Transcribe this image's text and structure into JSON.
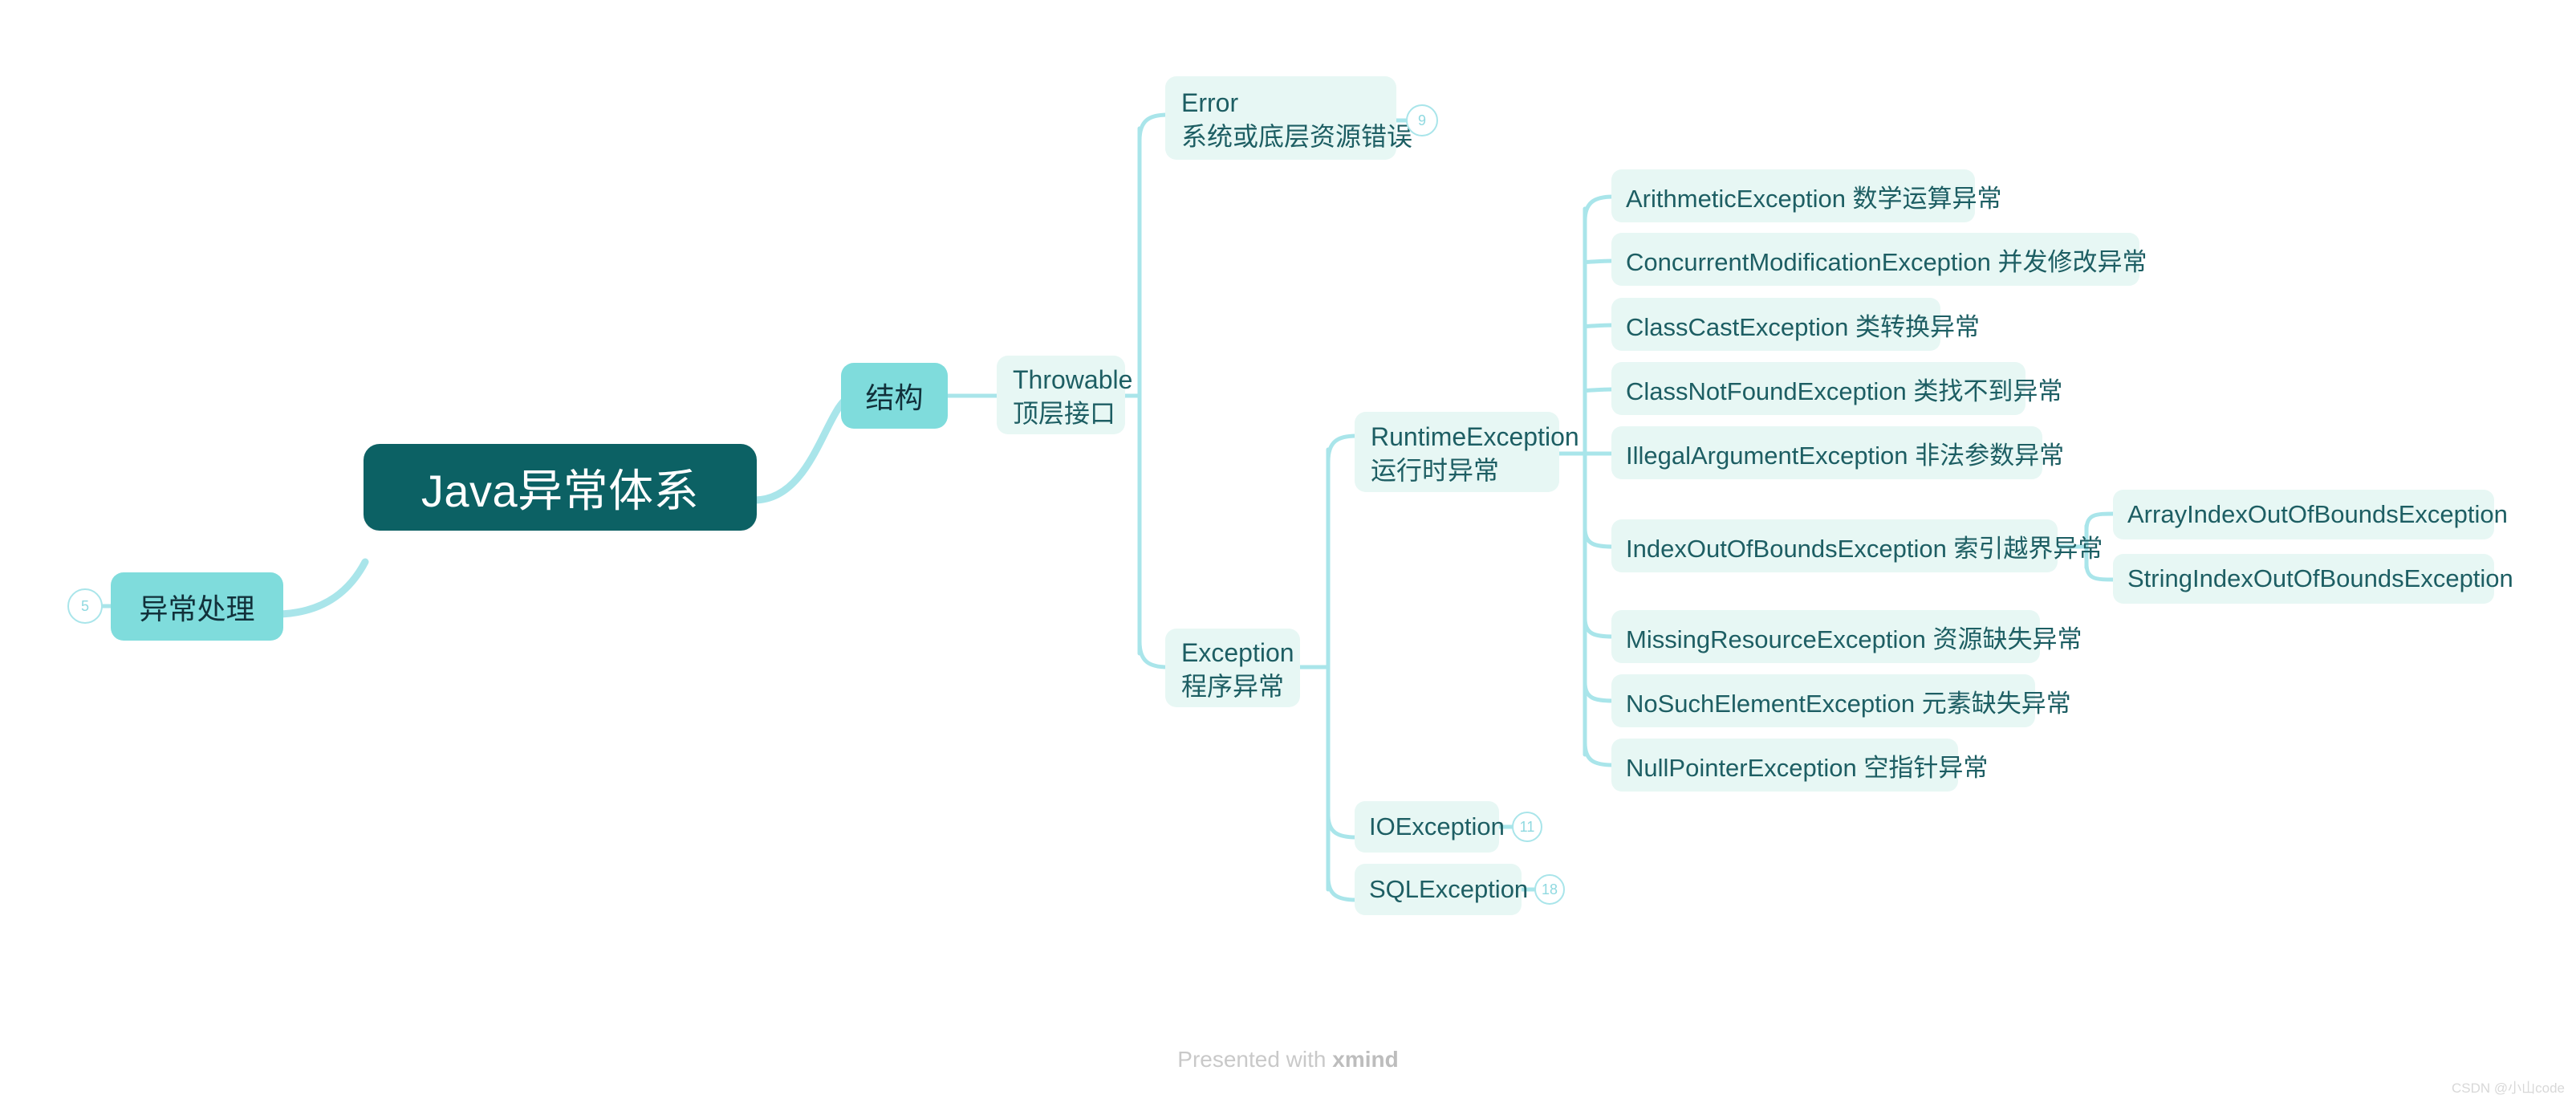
{
  "theme": {
    "background": "#ffffff",
    "root_fill": "#0c6164",
    "root_text": "#ffffff",
    "main_fill": "#7fdcdc",
    "main_text": "#11303a",
    "sub_fill": "#e7f7f4",
    "sub_text": "#1d5e63",
    "line_color": "#a9e5ea",
    "badge_text": "#8fd9e0"
  },
  "root": {
    "label": "Java异常体系"
  },
  "left_branch": {
    "label": "异常处理",
    "badge": "5"
  },
  "structure": {
    "label": "结构"
  },
  "throwable": {
    "line1": "Throwable",
    "line2": "顶层接口"
  },
  "error": {
    "line1": "Error",
    "line2": "系统或底层资源错误",
    "badge": "9"
  },
  "exception": {
    "line1": "Exception",
    "line2": "程序异常"
  },
  "runtime_exception": {
    "line1": "RuntimeException",
    "line2": "运行时异常"
  },
  "runtime_children": [
    {
      "label": "ArithmeticException 数学运算异常"
    },
    {
      "label": "ConcurrentModificationException 并发修改异常"
    },
    {
      "label": "ClassCastException 类转换异常"
    },
    {
      "label": "ClassNotFoundException 类找不到异常"
    },
    {
      "label": "IllegalArgumentException 非法参数异常"
    },
    {
      "label": "IndexOutOfBoundsException 索引越界异常"
    },
    {
      "label": "MissingResourceException 资源缺失异常"
    },
    {
      "label": "NoSuchElementException 元素缺失异常"
    },
    {
      "label": "NullPointerException 空指针异常"
    }
  ],
  "index_children": [
    {
      "label": "ArrayIndexOutOfBoundsException"
    },
    {
      "label": "StringIndexOutOfBoundsException"
    }
  ],
  "checked_exceptions": [
    {
      "label": "IOException",
      "badge": "11"
    },
    {
      "label": "SQLException",
      "badge": "18"
    }
  ],
  "footer": {
    "prefix": "Presented with ",
    "brand": "xmind"
  },
  "watermark": {
    "text": "CSDN @小山code"
  }
}
